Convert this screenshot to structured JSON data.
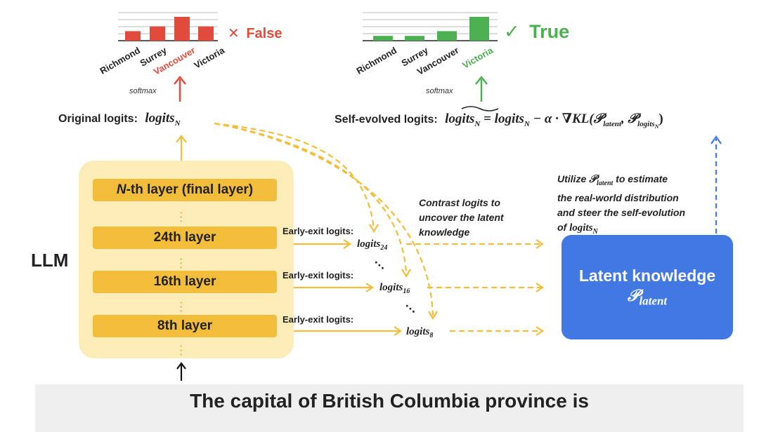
{
  "llm_label": "LLM",
  "layers": [
    "N-th layer (final layer)",
    "24th layer",
    "16th layer",
    "8th layer"
  ],
  "layer_first_prefix": "N",
  "layer_first_suffix": "-th layer (final layer)",
  "early_exit_label": "Early-exit logits:",
  "early_logits": [
    {
      "base": "logits",
      "sub": "24"
    },
    {
      "base": "logits",
      "sub": "16"
    },
    {
      "base": "logits",
      "sub": "8"
    }
  ],
  "original_label": "Original logits:",
  "original_math": {
    "base": "logits",
    "sub": "N"
  },
  "self_evolved_label": "Self-evolved logits:",
  "self_evolved_formula": {
    "lhs": "logits",
    "lhs_sub": "N",
    "eq": " = ",
    "rhs1": "logits",
    "rhs1_sub": "N",
    "op": " − α · ∇KL(",
    "p1": "𝒫",
    "p1_sub": "latent",
    "comma": ", ",
    "p2": "𝒫",
    "p2_sub": "logits",
    "p2_subsub": "N",
    "close": ")"
  },
  "softmax": "softmax",
  "contrast_note": [
    "Contrast logits to",
    "uncover the latent",
    "knowledge"
  ],
  "utilize_note": {
    "line1_pre": "Utilize ",
    "line1_sym": "𝒫",
    "line1_sub": "latent",
    "line1_post": " to estimate",
    "line2": "the real-world distribution",
    "line3": "and steer the self-evolution",
    "line4_pre": "of ",
    "line4_math": "logits",
    "line4_sub": "N"
  },
  "latent_box": {
    "title": "Latent knowledge",
    "sym": "𝒫",
    "sub": "latent"
  },
  "prompt": "The capital of British Columbia province is",
  "verdict_false": {
    "mark": "✕",
    "text": "False"
  },
  "verdict_true": {
    "mark": "✓",
    "text": "True"
  },
  "colors": {
    "yellow": "#f2bd3a",
    "red": "#e04b3c",
    "green": "#4caf50",
    "blue": "#4178e1"
  },
  "chart_data": [
    {
      "type": "bar",
      "categories": [
        "Richmond",
        "Surrey",
        "Vancouver",
        "Victoria"
      ],
      "values": [
        2,
        3,
        5,
        3
      ],
      "highlight": "Vancouver",
      "highlight_color": "#e04b3c"
    },
    {
      "type": "bar",
      "categories": [
        "Richmond",
        "Surrey",
        "Vancouver",
        "Victoria"
      ],
      "values": [
        1,
        1,
        2,
        5
      ],
      "highlight": "Victoria",
      "highlight_color": "#4caf50"
    }
  ]
}
